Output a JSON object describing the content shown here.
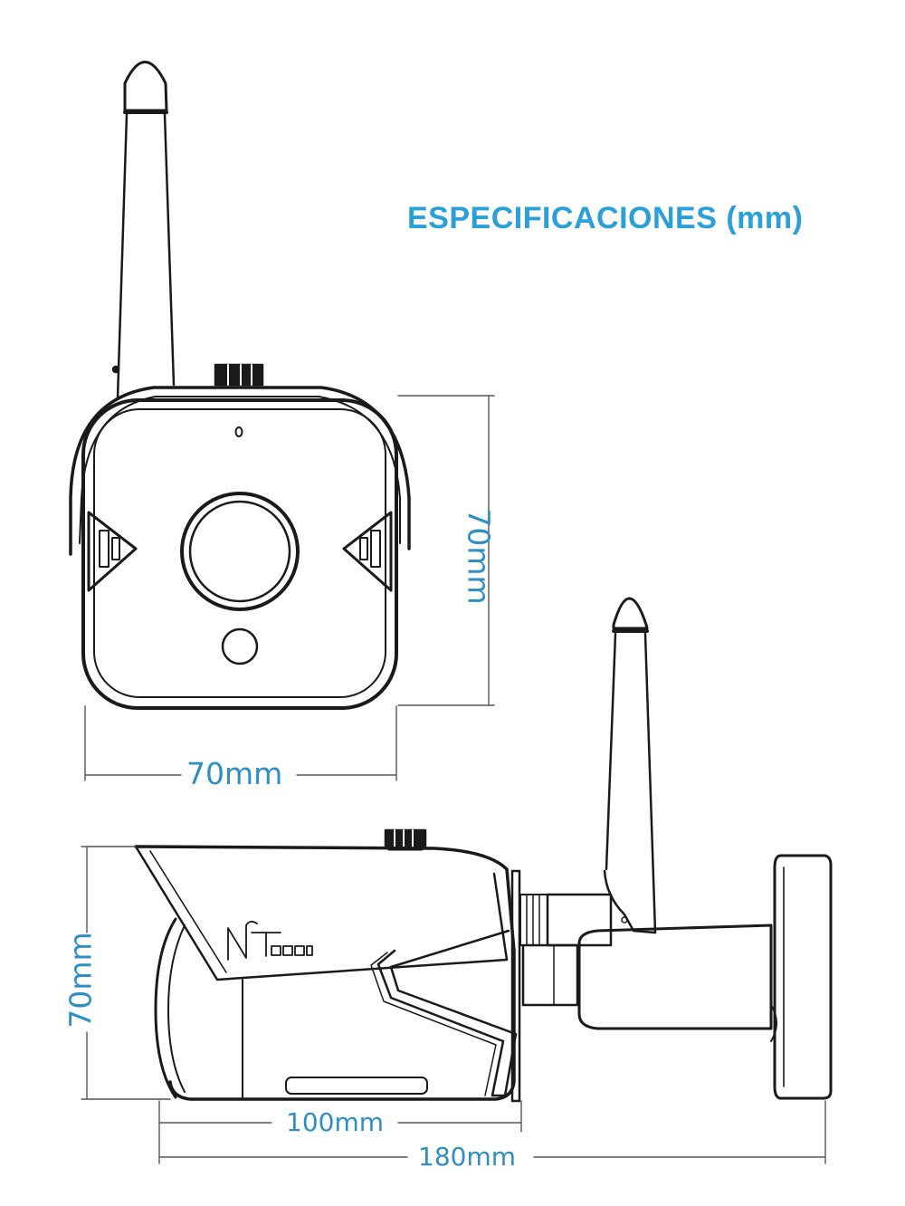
{
  "title": "ESPECIFICACIONES (mm)",
  "dimensions": {
    "front_height": "70mm",
    "front_width": "70mm",
    "side_height": "70mm",
    "body_length": "100mm",
    "total_length": "180mm"
  },
  "colors": {
    "accent": "#2a9fd8",
    "dimension_text": "#2f8fc4",
    "line": "#1a1a1a",
    "guide": "#555555"
  }
}
